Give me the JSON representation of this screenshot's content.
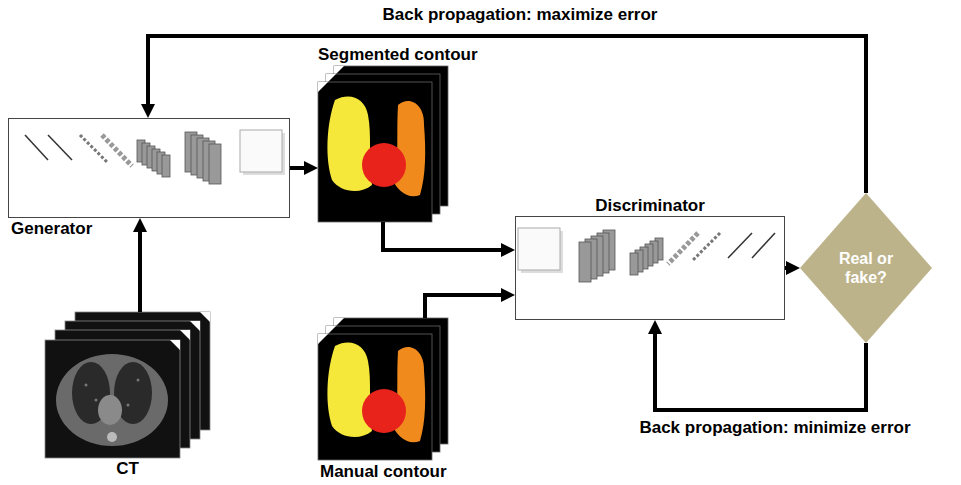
{
  "diagram": {
    "nodes": [
      {
        "text": [
          "Generator"
        ]
      },
      {
        "text": [
          "Segmented contour"
        ]
      },
      {
        "text": [
          "Discriminator"
        ]
      },
      {
        "text": [
          "Real or fake?"
        ]
      },
      {
        "text": [
          "CT"
        ]
      },
      {
        "text": [
          "Manual contour"
        ]
      }
    ],
    "edges": [
      {
        "from": 4,
        "to": 0,
        "arrow": "to"
      },
      {
        "from": 0,
        "to": 1,
        "arrow": "to"
      },
      {
        "from": 1,
        "to": 2,
        "arrow": "to"
      },
      {
        "from": 5,
        "to": 2,
        "arrow": "to"
      },
      {
        "from": 2,
        "to": 3,
        "arrow": "to"
      },
      {
        "from": 3,
        "to": 0,
        "label": "Back propagation: maximize error",
        "arrow": "to"
      },
      {
        "from": 3,
        "to": 2,
        "label": "Back propagation: minimize error",
        "arrow": "to"
      }
    ]
  }
}
